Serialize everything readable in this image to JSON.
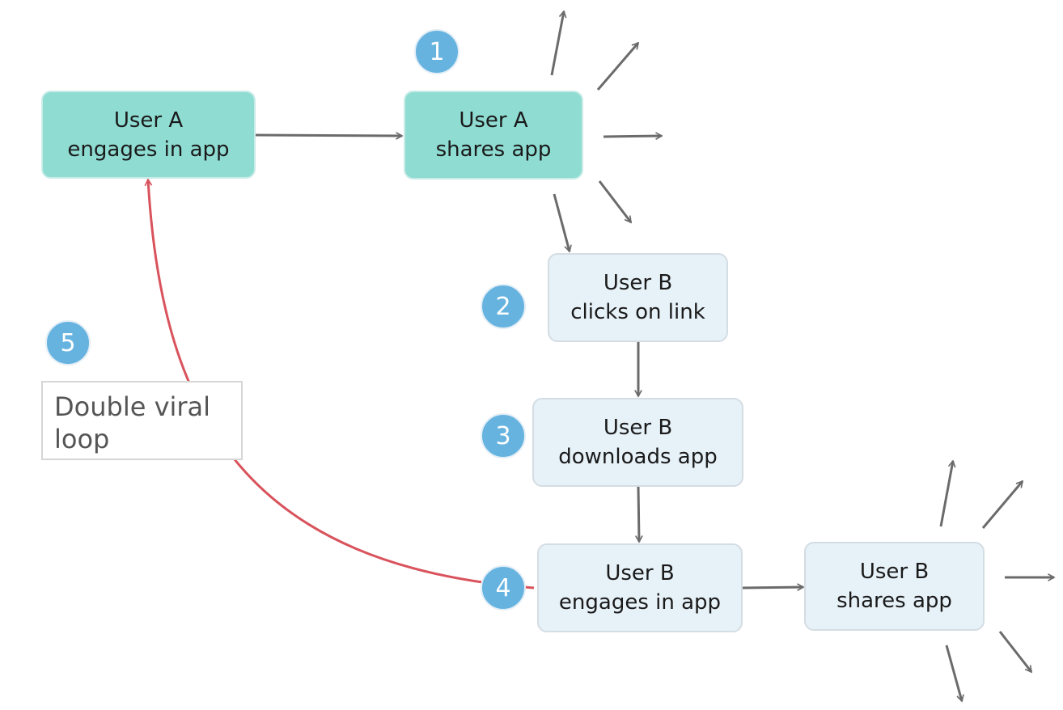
{
  "nodes": {
    "user_a_engages": {
      "line1": "User A",
      "line2": "engages in app"
    },
    "user_a_shares": {
      "line1": "User A",
      "line2": "shares app"
    },
    "user_b_clicks": {
      "line1": "User B",
      "line2": "clicks on link"
    },
    "user_b_downloads": {
      "line1": "User B",
      "line2": "downloads app"
    },
    "user_b_engages": {
      "line1": "User B",
      "line2": "engages in app"
    },
    "user_b_shares": {
      "line1": "User B",
      "line2": "shares app"
    }
  },
  "badges": [
    "1",
    "2",
    "3",
    "4",
    "5"
  ],
  "note": {
    "line1": "Double viral",
    "line2": "loop"
  },
  "colors": {
    "teal_node": "#8fdcd3",
    "light_node": "#e6f1f8",
    "badge": "#66b3e0",
    "arrow": "#6b6b6b",
    "loop_arrow": "#d9535d"
  }
}
